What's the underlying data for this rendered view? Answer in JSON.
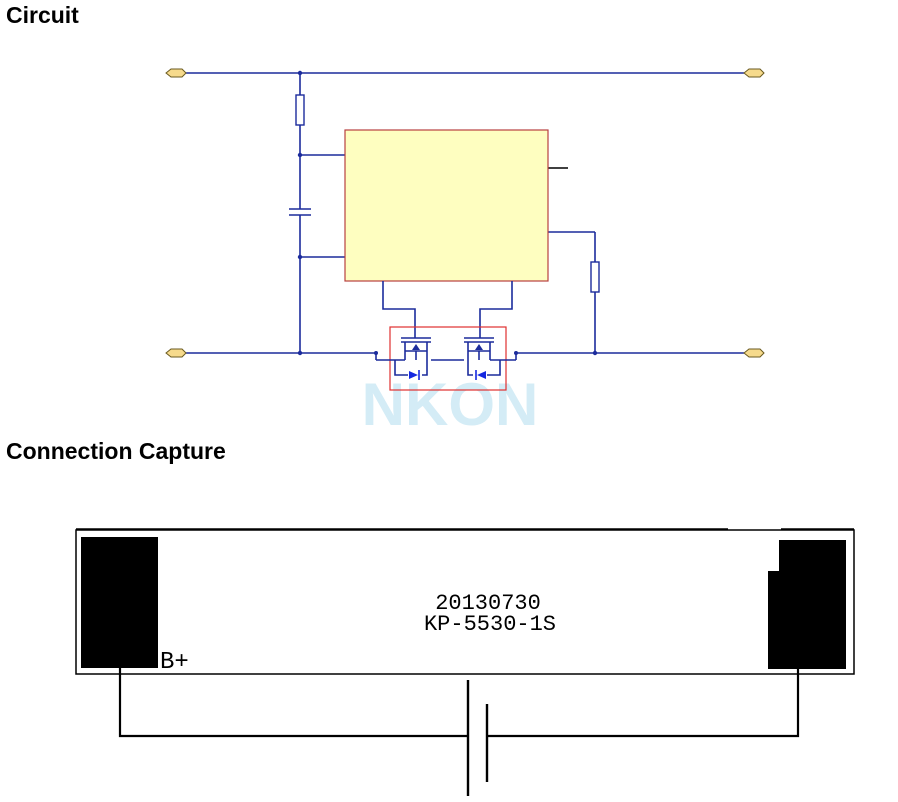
{
  "headings": {
    "circuit": "Circuit",
    "capture": "Connection Capture"
  },
  "watermark": {
    "text": "NKON",
    "color": "#d4ecf6"
  },
  "board": {
    "date_code": "20130730",
    "model": "KP-5530-1S",
    "pad_label": "B+"
  },
  "colors": {
    "wire": "#1c2c9c",
    "ic_fill": "#fefec0",
    "ic_border": "#b84040",
    "mosfet_box": "#e03030",
    "terminal_fill": "#f6da8c",
    "diode": "#1428e0"
  }
}
